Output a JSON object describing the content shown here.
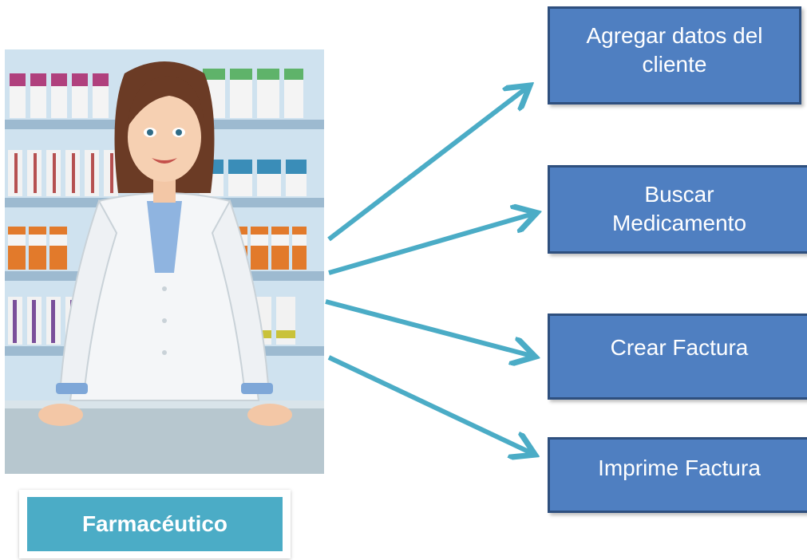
{
  "diagram": {
    "actor": {
      "label": "Farmacéutico",
      "illustration": "pharmacist-woman-at-counter"
    },
    "actions": [
      {
        "label_line1": "Agregar datos del",
        "label_line2": "cliente"
      },
      {
        "label_line1": "Buscar",
        "label_line2": "Medicamento"
      },
      {
        "label_line1": "Crear Factura",
        "label_line2": ""
      },
      {
        "label_line1": "Imprime Factura",
        "label_line2": ""
      }
    ],
    "colors": {
      "action_fill": "#4f7fc1",
      "action_border": "#2e4f7e",
      "arrow": "#4bacc6",
      "actor_label_fill": "#4bacc6"
    }
  }
}
